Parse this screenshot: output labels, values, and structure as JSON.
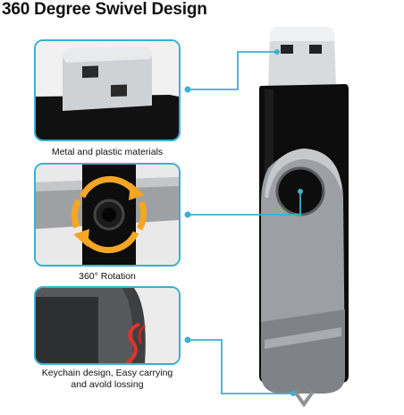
{
  "title": "360 Degree Swivel Design",
  "features": [
    {
      "caption": "Metal and plastic materials"
    },
    {
      "caption": "360° Rotation"
    },
    {
      "caption_lines": [
        "Keychain design, Easy carrying",
        "and avold lossing"
      ]
    }
  ],
  "colors": {
    "accent": "#3bb0cf",
    "rotation_arrow": "#f5a623",
    "lanyard": "#e4322b",
    "drive_body": "#0c0c0c",
    "swivel_metal": "#b9bcc0"
  },
  "icons": [
    "usb-connector-icon",
    "rotation-arrows-icon",
    "keychain-icon"
  ]
}
